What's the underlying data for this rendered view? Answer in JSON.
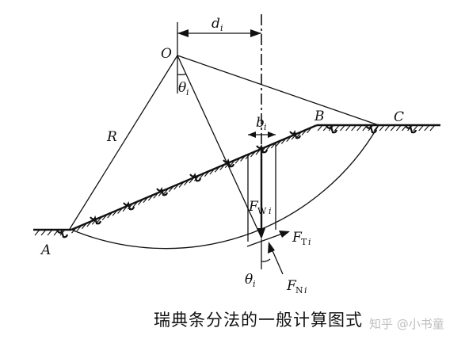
{
  "labels": {
    "O": "O",
    "A": "A",
    "B": "B",
    "C": "C",
    "R": "R",
    "theta": "θ",
    "i": "i",
    "d": "d",
    "b": "b",
    "F": "F",
    "W": "W",
    "T": "T",
    "N": "N"
  },
  "caption": "瑞典条分法的一般计算图式",
  "watermark": "知乎 @小书童"
}
